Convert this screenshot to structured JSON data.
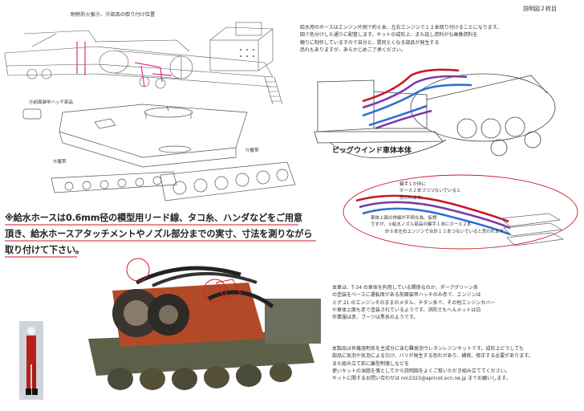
{
  "page_label": "説明図２枚目",
  "labels": {
    "fire_plate_title": "耐熱防火板⑪、⑫部品の取り付け位置",
    "front_hatch": "⑬前面装甲ハッチ部品",
    "track_left": "⑭履帯",
    "track_right": "⑮履帯",
    "body_caption": "ビッグウインド車体本体"
  },
  "top_note": [
    "給水用のホースはエンジン片側で約６本、左右エンジンで１２本取り付けることになります。",
    "図で色分けした通りに配管します。キットの成形上、また話し資料がな画像資料を",
    "頼りに制作していますので自分と、異同とくなる部品が発生する",
    "恐れもありますが、あらかじめご了承ください。"
  ],
  "oval_note": [
    "鍵手１か所に",
    "ホース２本づつつないでいると",
    "思われます。",
    "車体上面の詳細が不明な為、仮想",
    "ですが、①給水ノズル部品の鍵手１本にホース２本",
    "計６本左右エンジンで合計１２本つないでいると思われます。"
  ],
  "warning": [
    "※給水ホースは0.6mm径の模型用リード線、タコ糸、ハンダなどをご用意",
    "頂き、給水ホースアタッチメントやノズル部分までの実寸、寸法を測りながら",
    "取り付けて下さい。"
  ],
  "bottom_note_1": [
    "本車は、T-34 の車体を利用している関係なのか、ダークグリーン系",
    "の塗装をベースに運転席がある前面装甲ハッチのみ赤で、エンジンは",
    "ミグ 21 のエンジンそのままのメタル、チタン系で、その他エンジンカバー",
    "や車体上面も赤で塗装されているようです。消防士もヘルメットは白",
    "作業服は赤、ブーツは黒系のようです。"
  ],
  "bottom_note_2": [
    "本製品は有機溶剤系を主成分に含む難発泡ウレタンレジンキットです。成形上どうしても",
    "部品に気泡や気泡による欠け、バリが発生する恐れがあり、補修、修正する必要があります。",
    "また組み立て前に離型剤落しなどを",
    "使いキットの油脂を落としてから説明図をよくご覧いただき組み立ててください。",
    "キットに関するお問い合わせは nm3323@apricot.ocn.ne.jp までお願いします。"
  ],
  "colors": {
    "hose_red": "#c8182a",
    "hose_purple": "#7a3aa8",
    "hose_blue": "#2f6fd6",
    "warning_underline": "#cc1a2a",
    "oval": "#c81e2a",
    "pink_line": "#e0308a"
  }
}
